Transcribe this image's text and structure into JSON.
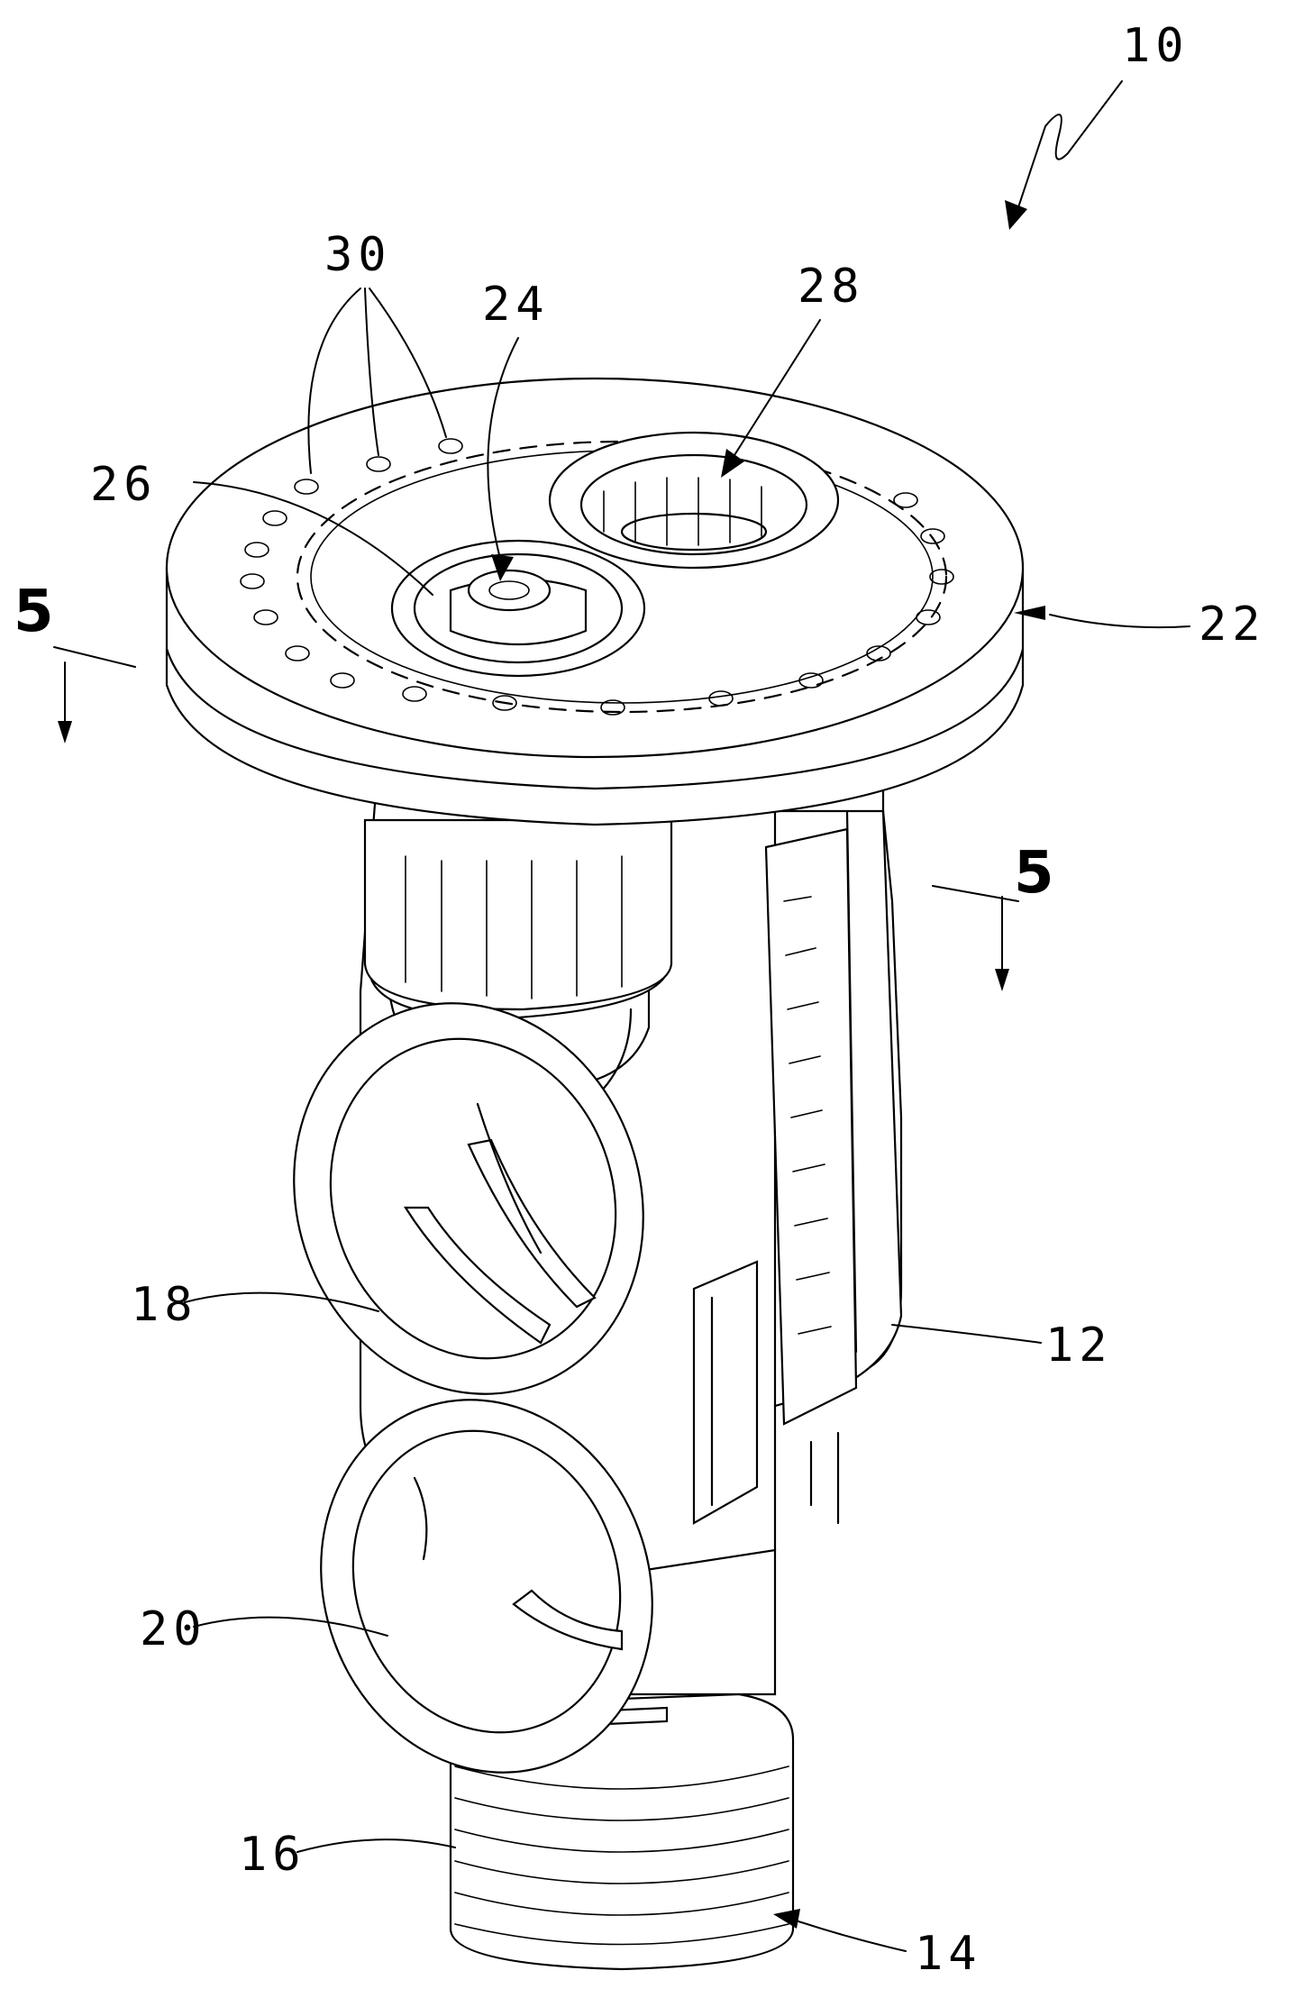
{
  "figure": {
    "assembly_ref": "10",
    "labels": {
      "body": "12",
      "outlet": "14",
      "inlet": "16",
      "port_upper": "18",
      "port_lower": "20",
      "cap": "22",
      "stem": "24",
      "recess": "26",
      "aperture": "28",
      "holes": "30"
    },
    "section_marks": {
      "left": "5",
      "right": "5"
    }
  }
}
